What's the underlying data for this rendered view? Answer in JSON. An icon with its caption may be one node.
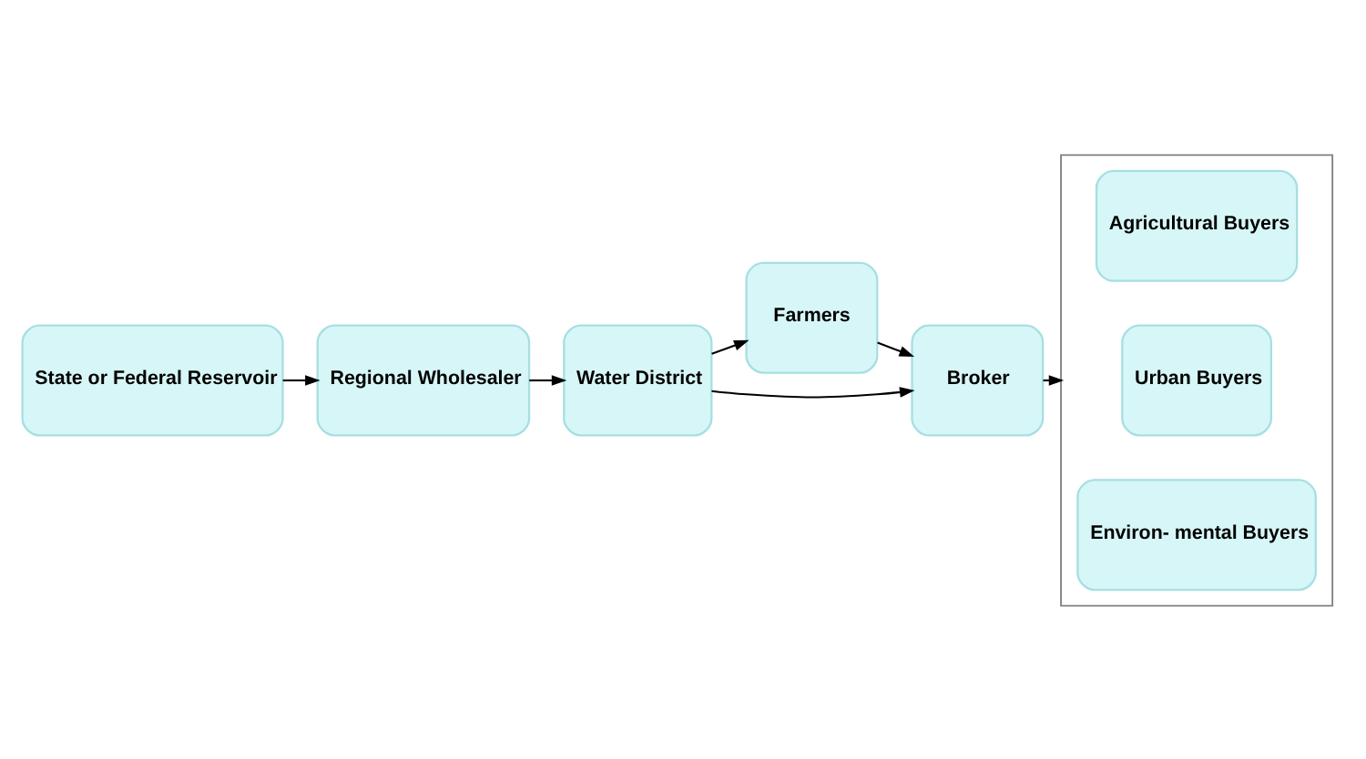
{
  "diagram": {
    "nodes": [
      {
        "text": [
          "State or Federal Reservoir"
        ]
      },
      {
        "text": [
          "Regional Wholesaler"
        ]
      },
      {
        "text": [
          "Water District"
        ]
      },
      {
        "text": [
          "Farmers"
        ]
      },
      {
        "text": [
          "Broker"
        ]
      },
      {
        "text": [],
        "shape": "box"
      },
      {
        "text": [
          "Agricultural Buyers"
        ],
        "in": 5
      },
      {
        "text": [
          "Urban Buyers"
        ],
        "in": 5
      },
      {
        "text": [
          "Environ- mental Buyers"
        ],
        "in": 5
      }
    ],
    "edges": [
      {
        "from": 0,
        "to": 1,
        "arrow": "to"
      },
      {
        "from": 1,
        "to": 2,
        "arrow": "to"
      },
      {
        "from": 2,
        "to": 3,
        "arrow": "to"
      },
      {
        "from": 3,
        "to": 4,
        "arrow": "to"
      },
      {
        "from": 2,
        "to": 4,
        "arrow": "to"
      },
      {
        "from": 4,
        "to": 5,
        "arrow": "to"
      }
    ]
  }
}
